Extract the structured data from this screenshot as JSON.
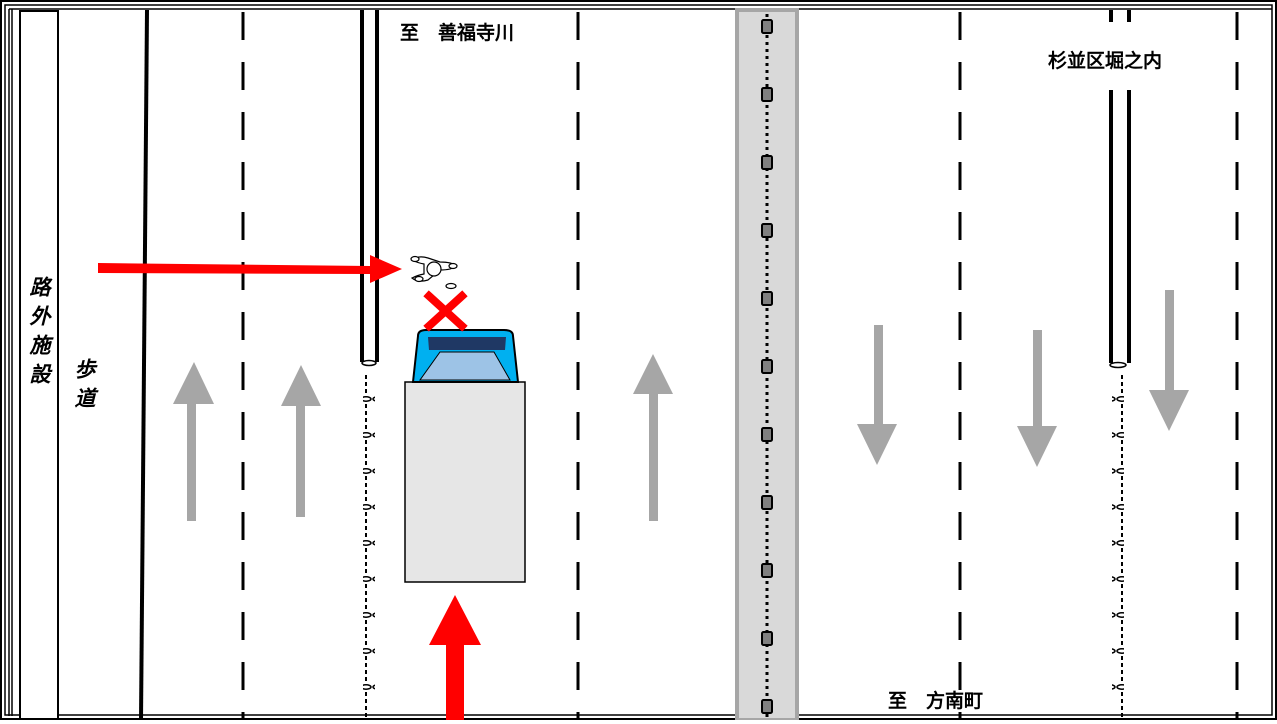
{
  "labels": {
    "off_road_facility": "路外施設",
    "sidewalk": "歩道",
    "to_zenpukujigawa": "至　善福寺川",
    "to_honancho": "至　方南町",
    "district": "杉並区堀之内"
  },
  "colors": {
    "red_arrow": "#ff0000",
    "gray_arrow": "#a6a6a6",
    "median": "#d9d9d9",
    "truck_body": "#e6e6e6",
    "truck_cab": "#00b0f0",
    "truck_windshield": "#9dc3e6",
    "collision_mark": "#ff0000"
  },
  "icons": {
    "pedestrian": "pedestrian-icon",
    "collision": "collision-x-icon",
    "vehicle": "truck-icon"
  }
}
